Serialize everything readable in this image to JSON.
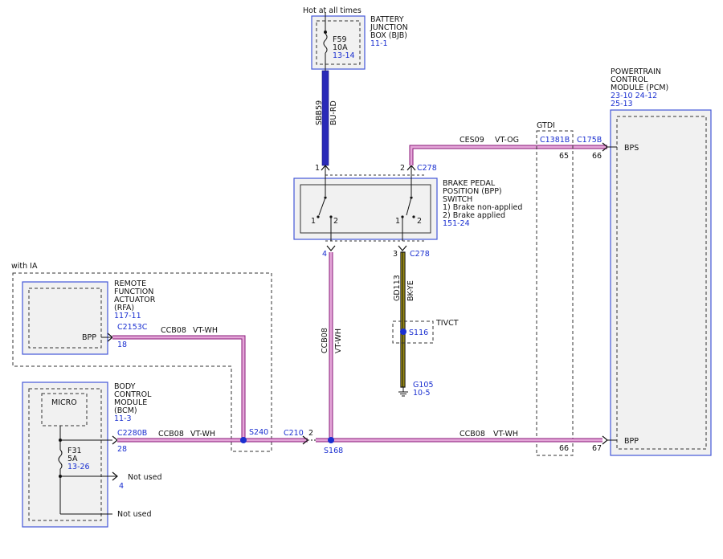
{
  "colors": {
    "box_border": "#4457d8",
    "box_fill": "#f1f1f1",
    "wire_pink": "#d98ac8",
    "wire_outline": "#8a1a7a",
    "wire_blue": "#2a2ab8",
    "wire_yellow": "#d6c218",
    "ref_blue": "#1a2fd0",
    "splice": "#1a2fd0"
  },
  "bjb": {
    "header": "Hot at all times",
    "name_lines": [
      "BATTERY",
      "JUNCTION",
      "BOX (BJB)"
    ],
    "ref": "11-1",
    "fuse_name": "F59",
    "fuse_rating": "10A",
    "fuse_ref": "13-14"
  },
  "pcm": {
    "name_lines": [
      "POWERTRAIN",
      "CONTROL",
      "MODULE (PCM)"
    ],
    "refs": [
      "23-10  24-12",
      "25-13"
    ],
    "bps_label": "BPS",
    "bpp_label": "BPP",
    "bps_pin": "66",
    "bpp_pin": "67",
    "bps_connector": "C175B"
  },
  "gtdi": {
    "label": "GTDI",
    "connector": "C1381B",
    "pin_top": "65",
    "pin_bottom": "66"
  },
  "bpp_switch": {
    "name_lines": [
      "BRAKE PEDAL",
      "POSITION (BPP)",
      "SWITCH",
      "1) Brake non-applied",
      "2) Brake applied"
    ],
    "ref": "151-24",
    "pin_top_left": "1",
    "pin_top_right": "2",
    "connector_top": "C278",
    "pin_bottom_left": "4",
    "pin_bottom_right": "3",
    "connector_bottom": "C278",
    "contact_left_1": "1",
    "contact_left_2": "2",
    "contact_right_1": "1",
    "contact_right_2": "2"
  },
  "rfa": {
    "group_label": "with IA",
    "name_lines": [
      "REMOTE",
      "FUNCTION",
      "ACTUATOR",
      "(RFA)"
    ],
    "ref": "117-11",
    "pin_label": "BPP",
    "connector": "C2153C",
    "pin": "18"
  },
  "bcm": {
    "name_lines": [
      "BODY",
      "CONTROL",
      "MODULE",
      "(BCM)"
    ],
    "ref": "11-3",
    "micro": "MICRO",
    "connector": "C2280B",
    "pin": "28",
    "fuse_name": "F31",
    "fuse_rating": "5A",
    "fuse_ref": "13-26",
    "not_used_1": "Not used",
    "not_used_pin": "4",
    "not_used_2": "Not used"
  },
  "circuits": {
    "sbb59": "SBB59",
    "sbb59_color": "BU-RD",
    "ces09": "CES09",
    "ces09_color": "VT-OG",
    "gd113": "GD113",
    "gd113_color": "BK-YE",
    "ccb08": "CCB08",
    "vt_wh": "VT-WH"
  },
  "splices": {
    "s116": "S116",
    "s240": "S240",
    "s168": "S168",
    "tivct": "TIVCT"
  },
  "connectors": {
    "c210": "C210",
    "c210_pin": "2"
  },
  "ground": {
    "name": "G105",
    "ref": "10-5"
  }
}
